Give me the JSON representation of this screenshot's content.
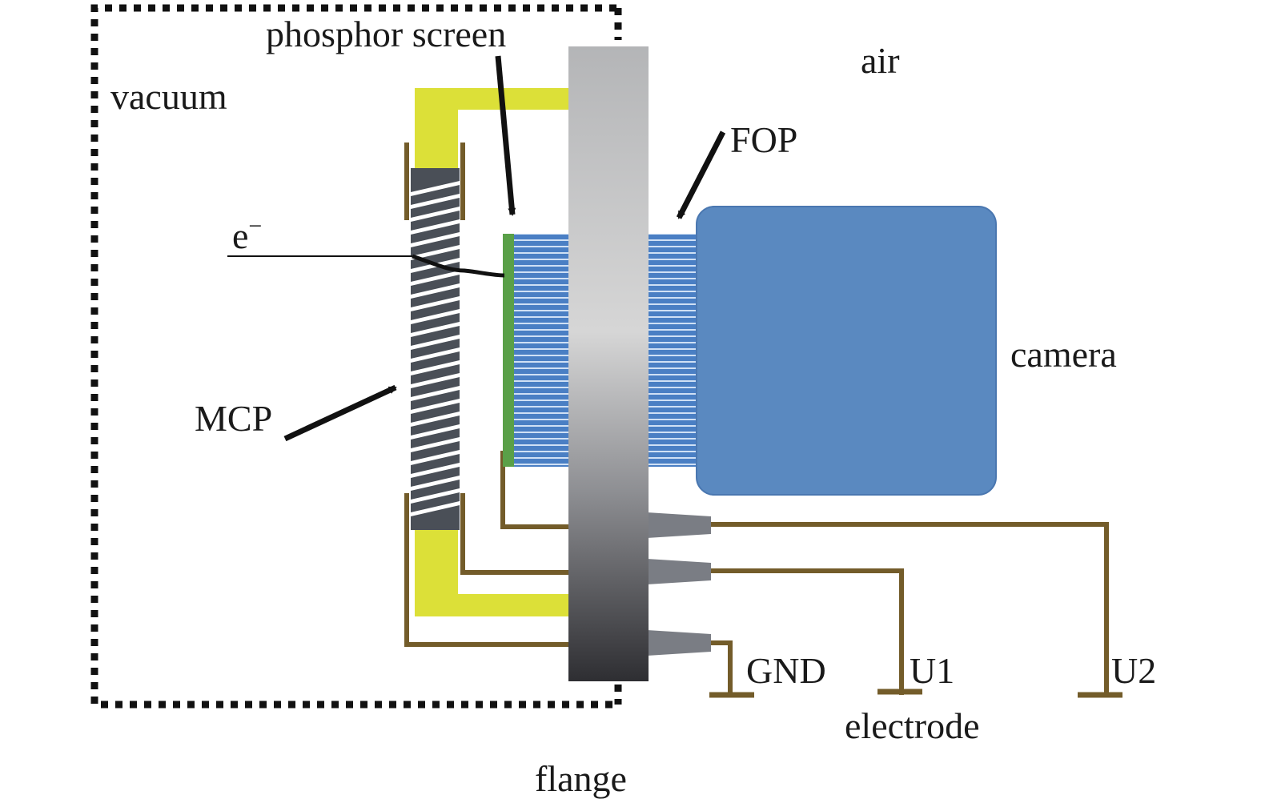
{
  "labels": {
    "vacuum": "vacuum",
    "air": "air",
    "phosphor_screen": "phosphor screen",
    "fop": "FOP",
    "camera": "camera",
    "electron": "e",
    "electron_charge": "−",
    "mcp": "MCP",
    "gnd": "GND",
    "u1": "U1",
    "u2": "U2",
    "electrode": "electrode",
    "flange": "flange"
  },
  "colors": {
    "vacuum_border": "#111111",
    "yellow_holder": "#dce038",
    "wire": "#735c2a",
    "mcp_dark": "#4a4f57",
    "mcp_stripe": "#ffffff",
    "phosphor": "#5aa048",
    "fop_blue": "#4a7fc4",
    "fop_line": "#cfe0f5",
    "camera": "#5a89c0",
    "camera_border": "#4a77b0",
    "flange_light": "#d6d6d6",
    "flange_dark": "#2e2e32",
    "feedthrough": "#7a7d84"
  }
}
